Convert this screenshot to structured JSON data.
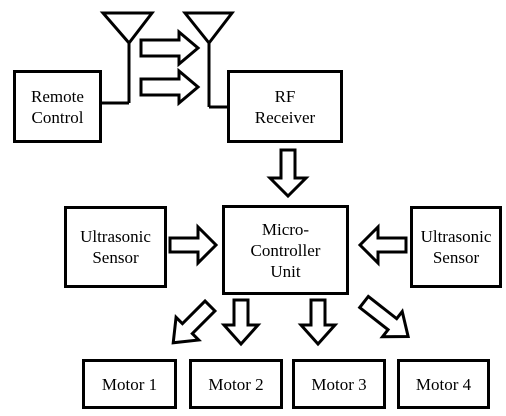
{
  "diagram": {
    "colors": {
      "stroke": "#000000",
      "fill": "#ffffff"
    },
    "blocks": {
      "remote_control": "Remote\nControl",
      "rf_receiver": "RF\nReceiver",
      "mcu": "Micro-\nController\nUnit",
      "ultrasonic_left": "Ultrasonic\nSensor",
      "ultrasonic_right": "Ultrasonic\nSensor",
      "motor_1": "Motor 1",
      "motor_2": "Motor 2",
      "motor_3": "Motor 3",
      "motor_4": "Motor 4"
    },
    "icons": {
      "transmit_antenna": "antenna-icon",
      "receive_antenna": "antenna-icon"
    }
  }
}
